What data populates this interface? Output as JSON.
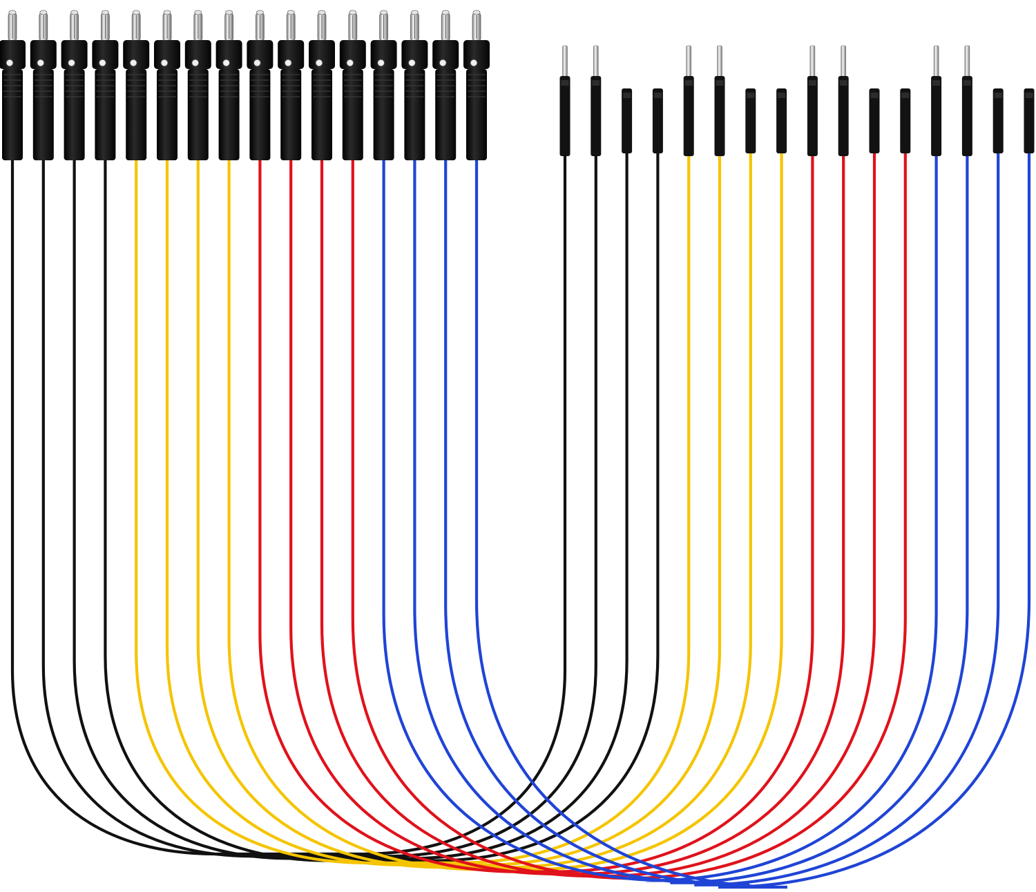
{
  "colors": {
    "background": "#ffffff",
    "wire_black": "#111111",
    "wire_yellow": "#f5c400",
    "wire_red": "#e0121b",
    "wire_blue": "#1f44d6",
    "connector_body": "#141414",
    "metal_light": "#f2f2f2",
    "metal_dark": "#8a8a8a"
  },
  "cables": [
    {
      "color": "black"
    },
    {
      "color": "black"
    },
    {
      "color": "black"
    },
    {
      "color": "black"
    },
    {
      "color": "yellow"
    },
    {
      "color": "yellow"
    },
    {
      "color": "yellow"
    },
    {
      "color": "yellow"
    },
    {
      "color": "red"
    },
    {
      "color": "red"
    },
    {
      "color": "red"
    },
    {
      "color": "red"
    },
    {
      "color": "blue"
    },
    {
      "color": "blue"
    },
    {
      "color": "blue"
    },
    {
      "color": "blue"
    }
  ],
  "left_connector": "banana-plug",
  "right_connector": "jumper-pin"
}
